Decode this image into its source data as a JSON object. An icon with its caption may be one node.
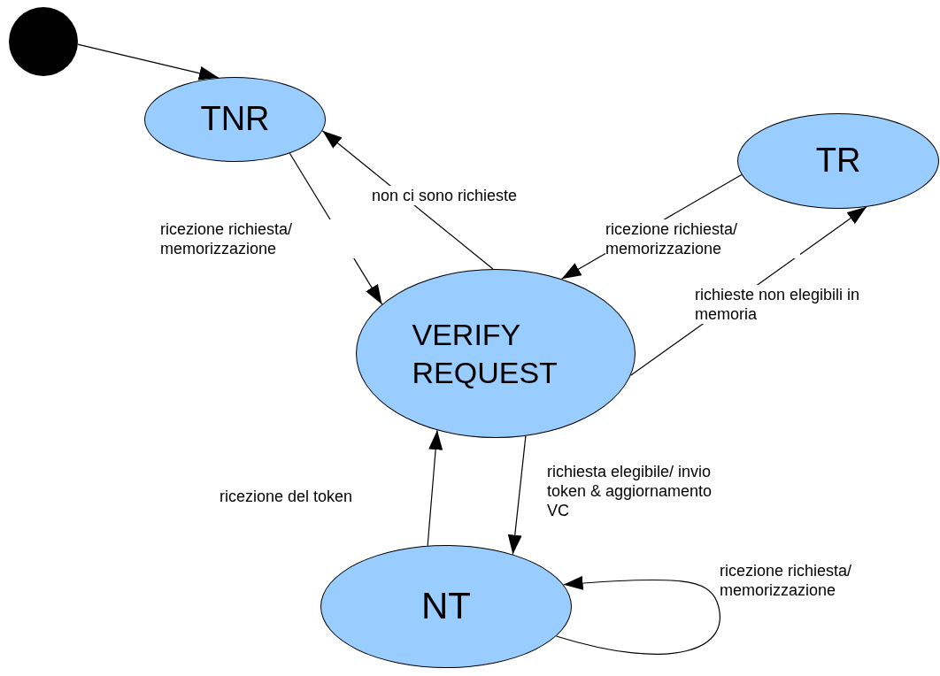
{
  "diagram": {
    "nodes": [
      {
        "text": [],
        "shape": "circle"
      },
      {
        "text": [
          "TNR"
        ]
      },
      {
        "text": [
          "TR"
        ]
      },
      {
        "text": [
          "VERIFY REQUEST"
        ]
      },
      {
        "text": [
          "NT"
        ]
      }
    ],
    "edges": [
      {
        "from": 0,
        "to": 1,
        "arrow": "to"
      },
      {
        "from": 1,
        "to": 3,
        "arrow": "to",
        "label": "ricezione richiesta/ memorizzazione"
      },
      {
        "from": 3,
        "to": 1,
        "arrow": "to",
        "label": "non ci sono richieste"
      },
      {
        "from": 2,
        "to": 3,
        "arrow": "to",
        "label": "ricezione richiesta/ memorizzazione"
      },
      {
        "from": 3,
        "to": 2,
        "arrow": "to",
        "label": "richieste non elegibili in memoria"
      },
      {
        "from": 3,
        "to": 4,
        "arrow": "to",
        "label": "richiesta elegibile/ invio token & aggiornamento VC"
      },
      {
        "from": 4,
        "to": 3,
        "arrow": "to",
        "label": "ricezione del token"
      },
      {
        "from": 4,
        "to": 4,
        "arrow": "to",
        "label": "ricezione richiesta/ memorizzazione"
      }
    ]
  }
}
